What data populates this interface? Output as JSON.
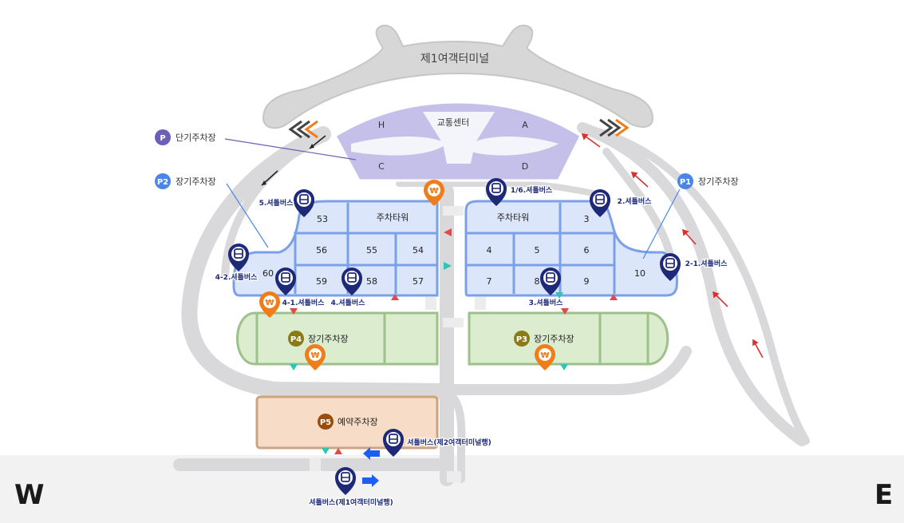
{
  "terminal": {
    "name": "제1여객터미널",
    "transport_center": "교통센터",
    "gates": [
      "H",
      "A",
      "C",
      "D"
    ]
  },
  "lots": {
    "p_short": {
      "badge": "P",
      "label": "단기주차장"
    },
    "p1": {
      "badge": "P1",
      "label": "장기주차장"
    },
    "p2": {
      "badge": "P2",
      "label": "장기주차장"
    },
    "p3": {
      "badge": "P3",
      "label": "장기주차장"
    },
    "p4": {
      "badge": "P4",
      "label": "장기주차장"
    },
    "p5": {
      "badge": "P5",
      "label": "예약주차장"
    }
  },
  "zones": {
    "tower": "주차타워",
    "west": [
      "53",
      "56",
      "55",
      "54",
      "59",
      "58",
      "57",
      "60"
    ],
    "east": [
      "3",
      "4",
      "5",
      "6",
      "7",
      "8",
      "9",
      "10"
    ]
  },
  "shuttle_stops": {
    "s5": "5.셔틀버스",
    "s16": "1/6.셔틀버스",
    "s2": "2.셔틀버스",
    "s42": "4-2.셔틀버스",
    "s21": "2-1.셔틀버스",
    "s41": "4-1.셔틀버스",
    "s4": "4.셔틀버스",
    "s3": "3.셔틀버스",
    "s_t2": "셔틀버스(제2여객터미널행)",
    "s_t1": "셔틀버스(제1여객터미널행)"
  },
  "pay_icon": "₩",
  "compass": {
    "west": "W",
    "east": "E"
  },
  "colors": {
    "road": "#d9d9db",
    "terminal_purple": "#c4c0ea",
    "tower_blue": "#dbe6fb",
    "tower_border": "#7aa0ea",
    "long_term_green": "#dceccf",
    "green_border": "#9cc28a",
    "reservation_fill": "#f7dcc8",
    "reservation_border": "#cda47f",
    "shuttle_navy": "#1e2a78",
    "payment_orange": "#f07d1a",
    "arrow_red": "#d93030",
    "arrow_blue": "#1d5ff0"
  }
}
